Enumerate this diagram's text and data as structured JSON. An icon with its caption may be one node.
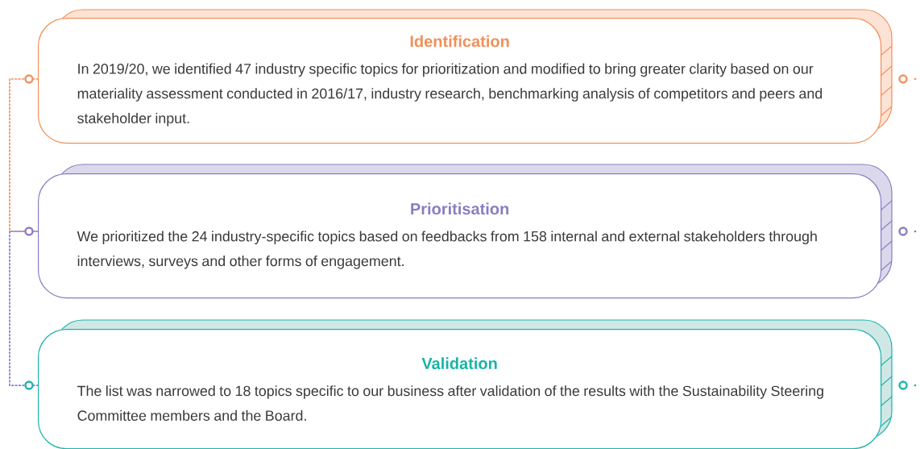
{
  "diagram": {
    "nodes": [
      {
        "text": [
          "Identification",
          "In 2019/20, we identified 47 industry specific topics for prioritization and modified to bring greater clarity based on our materiality assessment conducted in 2016/17, industry research, benchmarking analysis of competitors and peers and stakeholder input."
        ]
      },
      {
        "text": [
          "Prioritisation",
          "We prioritized the 24 industry-specific topics based on feedbacks from 158 internal and external stakeholders through interviews, surveys and other forms of engagement."
        ]
      },
      {
        "text": [
          "Validation",
          "The list was narrowed to 18 topics specific to our business after validation of the results with the Sustainability Steering Committee members and the Board."
        ]
      }
    ],
    "edges": [
      {
        "from": 0,
        "to": 1,
        "arrow": "none",
        "style": "dashed",
        "color": "#f0905a"
      },
      {
        "from": 1,
        "to": 2,
        "arrow": "none",
        "style": "dashed",
        "color": "#8a7cc0"
      }
    ]
  }
}
